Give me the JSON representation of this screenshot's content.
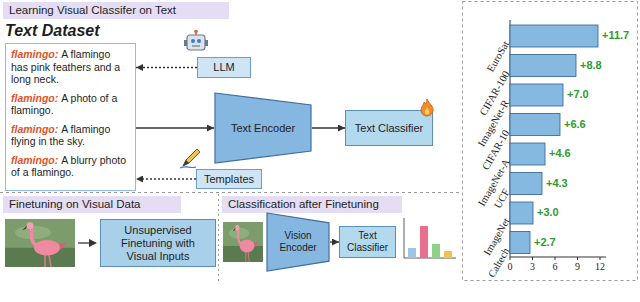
{
  "diagram": {
    "nodes": [
      {
        "text": [
          "Learning Visual Classifer on Text"
        ]
      },
      {
        "text": [
          "Text Dataset",
          "flamingo:",
          "A flamingo has pink feathers and a long neck.",
          "flamingo:",
          "A photo of a flamingo.",
          "flamingo:",
          "A flamingo flying in the sky.",
          "flamingo:",
          "A blurry photo of a flamingo."
        ]
      },
      {
        "text": [
          "LLM"
        ]
      },
      {
        "text": [
          "Templates"
        ]
      },
      {
        "text": [
          "Text Encoder"
        ]
      },
      {
        "text": [
          "Text Classifier"
        ]
      },
      {
        "text": [
          "Finetuning on Visual Data"
        ]
      },
      {
        "text": [
          "Unsupervised Finetuning with Visual Inputs"
        ]
      },
      {
        "text": [
          "Classification after Finetuning"
        ]
      },
      {
        "text": [
          "Vision Encoder"
        ]
      },
      {
        "text": [
          "Text Classifier"
        ]
      }
    ],
    "edges": [
      {
        "from": 2,
        "to": 1,
        "arrow": "to"
      },
      {
        "from": 3,
        "to": 1,
        "arrow": "to"
      },
      {
        "from": 1,
        "to": 4,
        "arrow": "to"
      },
      {
        "from": 4,
        "to": 5,
        "arrow": "to"
      },
      {
        "from": 9,
        "to": 10,
        "arrow": "to"
      }
    ],
    "labels": [
      "EuroSat",
      "+11.7",
      "CIFAR-100",
      "+8.8",
      "ImageNet-R",
      "+7.0",
      "CIFAR-10",
      "+6.6",
      "ImageNet-A",
      "+4.6",
      "UCF",
      "+4.3",
      "ImageNet",
      "+3.0",
      "Caltech",
      "+2.7",
      "0",
      "3",
      "6",
      "9",
      "12"
    ]
  }
}
